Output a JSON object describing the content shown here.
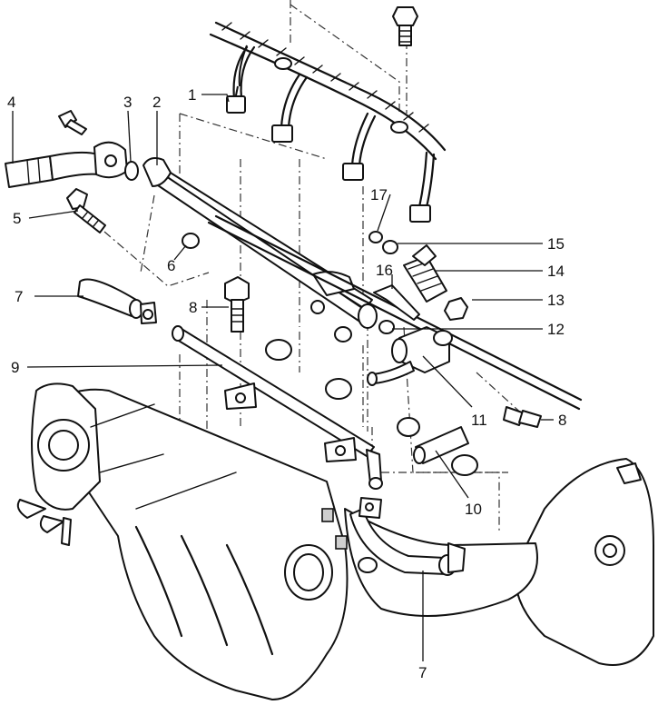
{
  "callouts": [
    {
      "id": "c1",
      "text": "1"
    },
    {
      "id": "c2",
      "text": "2"
    },
    {
      "id": "c3",
      "text": "3"
    },
    {
      "id": "c4",
      "text": "4"
    },
    {
      "id": "c5",
      "text": "5"
    },
    {
      "id": "c6",
      "text": "6"
    },
    {
      "id": "c7a",
      "text": "7"
    },
    {
      "id": "c7b",
      "text": "7"
    },
    {
      "id": "c8a",
      "text": "8"
    },
    {
      "id": "c8b",
      "text": "8"
    },
    {
      "id": "c9",
      "text": "9"
    },
    {
      "id": "c10",
      "text": "10"
    },
    {
      "id": "c11",
      "text": "11"
    },
    {
      "id": "c12",
      "text": "12"
    },
    {
      "id": "c13",
      "text": "13"
    },
    {
      "id": "c14",
      "text": "14"
    },
    {
      "id": "c15",
      "text": "15"
    },
    {
      "id": "c16",
      "text": "16"
    },
    {
      "id": "c17",
      "text": "17"
    }
  ]
}
